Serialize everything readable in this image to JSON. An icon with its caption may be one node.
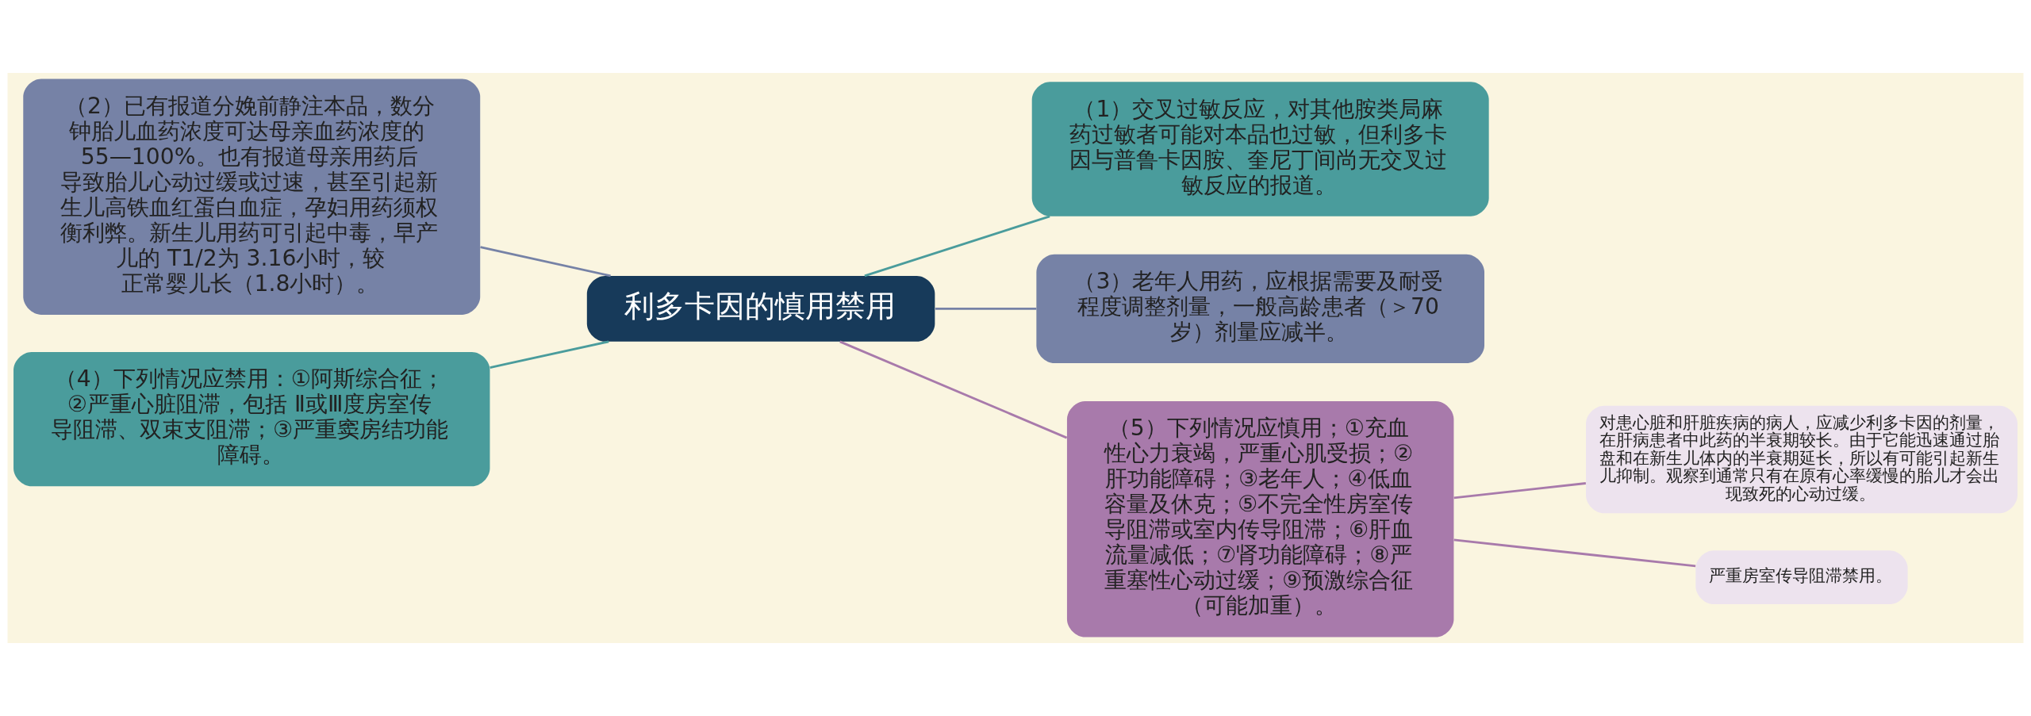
{
  "diagram": {
    "nodes": [
      {
        "text": [
          "利多卡因的慎用禁用"
        ]
      },
      {
        "text": [
          "（1）交叉过敏反应，对其他胺类局麻药过敏者可能对本品也过敏，但利多卡因与普鲁卡因胺、奎尼丁间尚无交叉过敏反应的报道。"
        ]
      },
      {
        "text": [
          "（2）已有报道分娩前静注本品，数分钟胎儿血药浓度可达母亲血药浓度的 55—100%。也有报道母亲用药后导致胎儿心动过缓或过速，甚至引起新生儿高铁血红蛋白血症，孕妇用药须权衡利弊。新生儿用药可引起中毒，早产儿的 T1/2为 3.16小时，较正常婴儿长（1.8小时）。"
        ]
      },
      {
        "text": [
          "（3）老年人用药，应根据需要及耐受程度调整剂量，一般高龄患者（＞70岁）剂量应减半。"
        ]
      },
      {
        "text": [
          "（4）下列情况应禁用：①阿斯综合征；②严重心脏阻滞，包括 Ⅱ或Ⅲ度房室传导阻滞、双束支阻滞；③严重窦房结功能障碍。"
        ]
      },
      {
        "text": [
          "（5）下列情况应慎用；①充血性心力衰竭，严重心肌受损；②肝功能障碍；③老年人；④低血容量及休克；⑤不完全性房室传导阻滞或室内传导阻滞；⑥肝血流量减低；⑦肾功能障碍；⑧严重塞性心动过缓；⑨预激综合征（可能加重）。"
        ]
      },
      {
        "text": [
          "对患心脏和肝脏疾病的病人，应减少利多卡因的剂量，在肝病患者中此药的半衰期较长。由于它能迅速通过胎盘和在新生儿体内的半衰期延长，所以有可能引起新生儿抑制。观察到通常只有在原有心率缓慢的胎儿才会出现致死的心动过缓。"
        ]
      },
      {
        "text": [
          "严重房室传导阻滞禁用。"
        ]
      }
    ],
    "edges": [
      {
        "from": 0,
        "to": 1,
        "arrow": "none",
        "color": "#4a9c9c"
      },
      {
        "from": 0,
        "to": 2,
        "arrow": "none",
        "color": "#7682a6"
      },
      {
        "from": 0,
        "to": 3,
        "arrow": "none",
        "color": "#7682a6"
      },
      {
        "from": 0,
        "to": 4,
        "arrow": "none",
        "color": "#4a9c9c"
      },
      {
        "from": 0,
        "to": 5,
        "arrow": "none",
        "color": "#a87aab"
      },
      {
        "from": 5,
        "to": 6,
        "arrow": "none"
      },
      {
        "from": 5,
        "to": 7,
        "arrow": "none"
      }
    ]
  }
}
